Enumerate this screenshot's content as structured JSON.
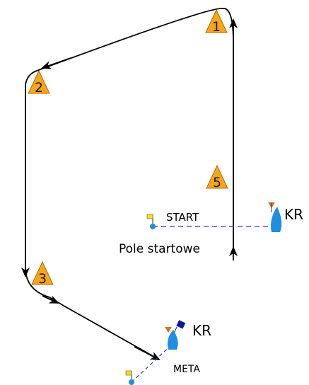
{
  "labels": {
    "start": "START",
    "start_area": "Pole startowe",
    "finish": "META",
    "committee_start": "KR",
    "committee_finish": "KR"
  },
  "marks": [
    "1",
    "2",
    "3",
    "5"
  ],
  "colors": {
    "mark_fill": "#f7a51b",
    "mark_stroke": "#b06a00",
    "boat_fill": "#1e8fe0",
    "pin_flag": "#f3e600",
    "committee_flag_start": "#e07020",
    "committee_flag_finish": "#0a1aa0",
    "line_dashed": "#3030c0",
    "course": "#000000"
  }
}
